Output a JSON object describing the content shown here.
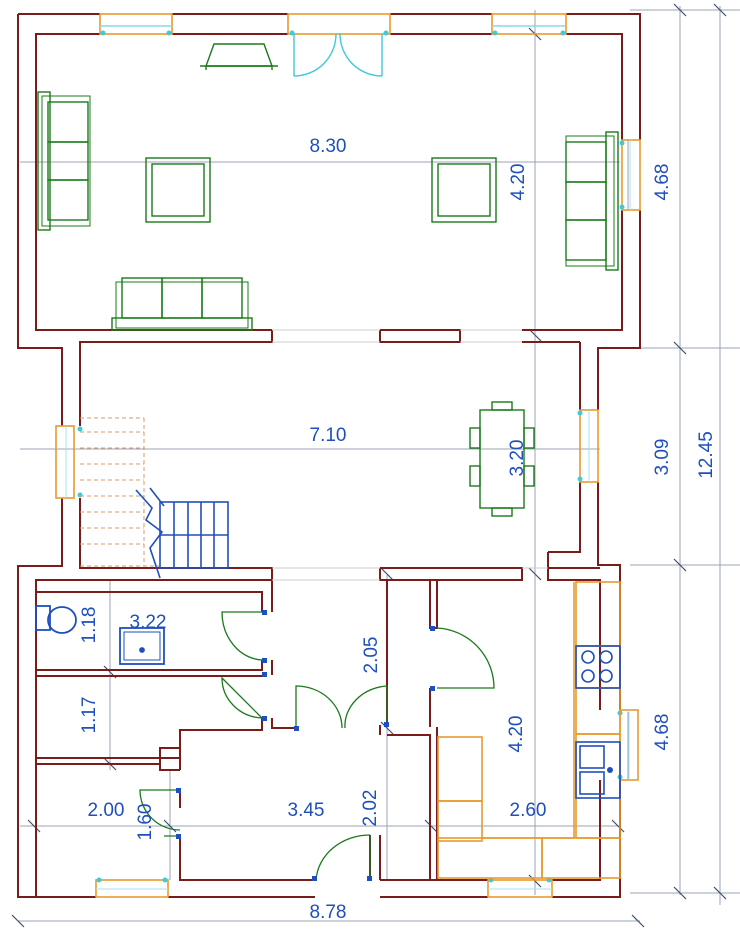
{
  "dimensions": {
    "living_width": "8.30",
    "living_depth": "4.20",
    "living_right_window": "4.68",
    "hall_width": "7.10",
    "hall_depth": "3.20",
    "hall_right": "3.09",
    "total_height": "12.45",
    "wc_depth": "1.18",
    "wc_width": "3.22",
    "room_small_depth": "1.17",
    "corridor_depth": "2.05",
    "kitchen_depth": "4.20",
    "kitchen_right_window": "4.68",
    "bedroom_width": "2.00",
    "bedroom_door": "1.60",
    "lobby_width": "3.45",
    "lobby_depth": "2.02",
    "kitchen_width": "2.60",
    "total_width": "8.78"
  },
  "colors": {
    "wall": "#7a1c1c",
    "furniture": "#1b7a1b",
    "dimension": "#1f4fbf",
    "window": "#e8992c",
    "door_glass": "#3fc9d9",
    "kitchen": "#e8992c"
  }
}
